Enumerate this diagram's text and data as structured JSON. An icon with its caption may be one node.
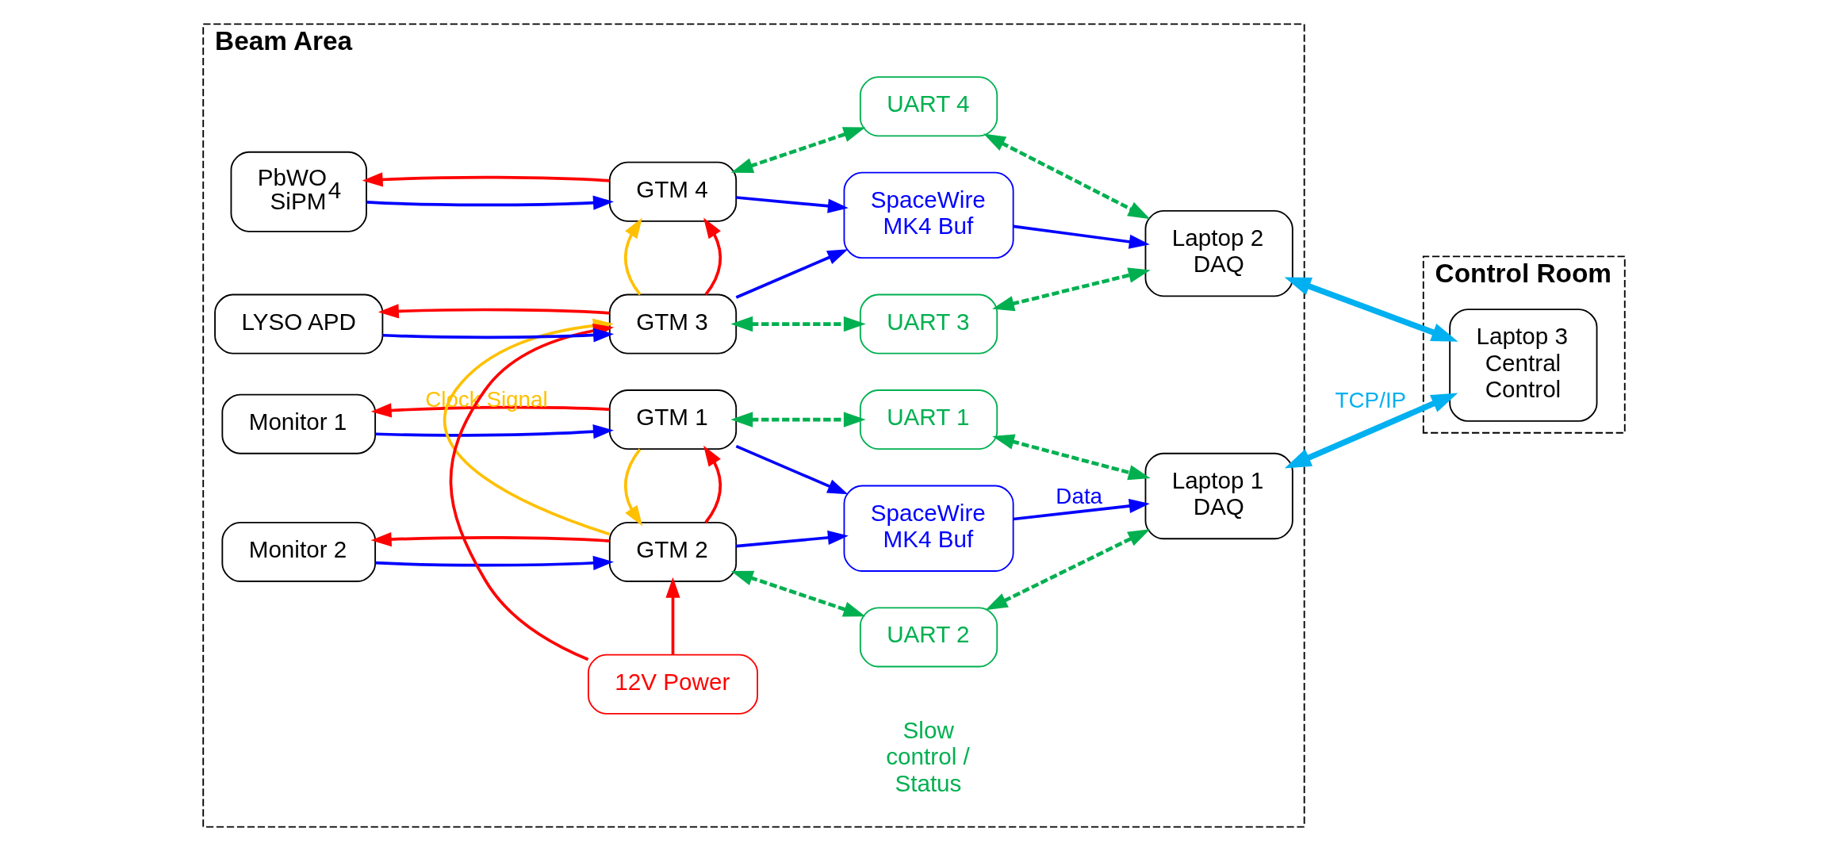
{
  "diagram": {
    "nodes": [
      {
        "text": [
          "Beam Area"
        ]
      },
      {
        "text": [
          "Control Room"
        ]
      },
      {
        "text": [
          "Monitor 1"
        ],
        "in": 0
      },
      {
        "text": [
          "GTM 1"
        ],
        "in": 0
      },
      {
        "text": [
          "UART 1"
        ],
        "in": 0
      },
      {
        "text": [
          "SpaceWire MK4 Buf"
        ],
        "in": 0
      },
      {
        "text": [
          "Laptop 1 DAQ"
        ],
        "in": 0
      },
      {
        "text": [
          "Monitor 2"
        ],
        "in": 0
      },
      {
        "text": [
          "GTM 2"
        ],
        "in": 0
      },
      {
        "text": [
          "UART 2"
        ],
        "in": 0
      },
      {
        "text": [
          "12V Power"
        ],
        "in": 0
      },
      {
        "text": [
          "LYSO APD"
        ],
        "in": 0
      },
      {
        "text": [
          "GTM 3"
        ],
        "in": 0
      },
      {
        "text": [
          "UART 3"
        ],
        "in": 0
      },
      {
        "text": [
          "SpaceWire MK4 Buf"
        ],
        "in": 0
      },
      {
        "text": [
          "Laptop 2 DAQ"
        ],
        "in": 0
      },
      {
        "text": [
          "PbWO$_{4}$ SiPM"
        ],
        "in": 0
      },
      {
        "text": [
          "GTM 4"
        ],
        "in": 0
      },
      {
        "text": [
          "UART 4"
        ],
        "in": 0
      },
      {
        "text": [
          "Laptop 3 Central Control"
        ],
        "in": 1
      }
    ],
    "edges": [
      {
        "from": 2,
        "to": 3,
        "arrow": "to",
        "color": "#0000ff"
      },
      {
        "from": 3,
        "to": 2,
        "arrow": "to",
        "color": "#ff0000"
      },
      {
        "from": 7,
        "to": 8,
        "arrow": "to",
        "color": "#0000ff"
      },
      {
        "from": 8,
        "to": 7,
        "arrow": "to",
        "color": "#ff0000"
      },
      {
        "from": 11,
        "to": 12,
        "arrow": "to",
        "color": "#0000ff"
      },
      {
        "from": 12,
        "to": 11,
        "arrow": "to",
        "color": "#ff0000"
      },
      {
        "from": 16,
        "to": 17,
        "arrow": "to",
        "color": "#0000ff"
      },
      {
        "from": 17,
        "to": 16,
        "arrow": "to",
        "color": "#ff0000"
      },
      {
        "from": 8,
        "to": 3,
        "arrow": "to",
        "color": "#ff0000"
      },
      {
        "from": 10,
        "to": 8,
        "arrow": "to",
        "color": "#ff0000"
      },
      {
        "from": 10,
        "to": 12,
        "arrow": "to",
        "color": "#ff0000"
      },
      {
        "from": 12,
        "to": 17,
        "arrow": "to",
        "color": "#ff0000"
      },
      {
        "from": 3,
        "to": 8,
        "arrow": "to",
        "color": "#ffc000"
      },
      {
        "from": 8,
        "to": 12,
        "arrow": "to",
        "label": "Clock Signal",
        "color": "#ffc000"
      },
      {
        "from": 12,
        "to": 17,
        "arrow": "to",
        "color": "#ffc000"
      },
      {
        "from": 3,
        "to": 4,
        "arrow": "both",
        "style": "dashed",
        "color": "#00b050"
      },
      {
        "from": 4,
        "to": 6,
        "arrow": "both",
        "style": "dashed",
        "color": "#00b050"
      },
      {
        "from": 8,
        "to": 9,
        "arrow": "both",
        "style": "dashed",
        "color": "#00b050"
      },
      {
        "from": 9,
        "to": 6,
        "arrow": "both",
        "style": "dashed",
        "color": "#00b050"
      },
      {
        "from": 12,
        "to": 13,
        "arrow": "both",
        "style": "dashed",
        "color": "#00b050"
      },
      {
        "from": 13,
        "to": 15,
        "arrow": "both",
        "style": "dashed",
        "color": "#00b050"
      },
      {
        "from": 17,
        "to": 18,
        "arrow": "both",
        "style": "dashed",
        "color": "#00b050"
      },
      {
        "from": 18,
        "to": 15,
        "arrow": "both",
        "style": "dashed",
        "color": "#00b050"
      },
      {
        "from": 3,
        "to": 5,
        "arrow": "to",
        "color": "#0000ff"
      },
      {
        "from": 8,
        "to": 5,
        "arrow": "to",
        "color": "#0000ff"
      },
      {
        "from": 5,
        "to": 6,
        "arrow": "to",
        "label": "Data",
        "color": "#0000ff"
      },
      {
        "from": 12,
        "to": 14,
        "arrow": "to",
        "color": "#0000ff"
      },
      {
        "from": 17,
        "to": 14,
        "arrow": "to",
        "color": "#0000ff"
      },
      {
        "from": 14,
        "to": 15,
        "arrow": "to",
        "color": "#0000ff"
      },
      {
        "from": 6,
        "to": 19,
        "arrow": "both",
        "label": "TCP/IP",
        "style": "thick",
        "color": "#00b0f0"
      },
      {
        "from": 15,
        "to": 19,
        "arrow": "both",
        "style": "thick",
        "color": "#00b0f0"
      }
    ],
    "labels": [
      "Slow control / Status"
    ]
  }
}
